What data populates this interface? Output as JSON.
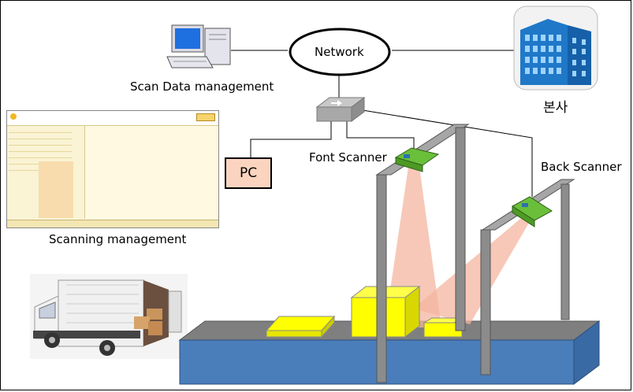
{
  "labels": {
    "network": "Network",
    "scan_data_management": "Scan Data management",
    "hq": "본사",
    "font_scanner": "Font Scanner",
    "back_scanner": "Back Scanner",
    "pc": "PC",
    "scanning_management": "Scanning management"
  },
  "colors": {
    "conveyor_top": "#7f7f7f",
    "conveyor_front": "#4a7ebb",
    "box_yellow": "#ffff00",
    "beam": "#f4b6a0",
    "scanner_green": "#6abf3a",
    "pc_fill": "#fbd4bf"
  }
}
